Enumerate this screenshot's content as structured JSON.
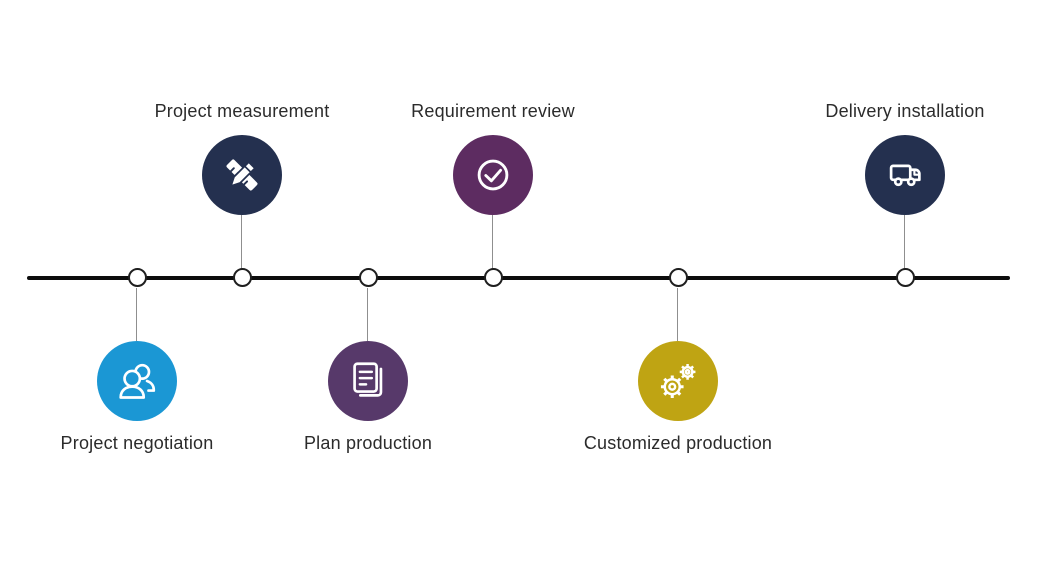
{
  "diagram": {
    "type": "process-timeline",
    "background": "#ffffff",
    "line_color": "#0d0d0d",
    "text_color": "#2b2b2b",
    "steps": [
      {
        "label": "Project negotiation",
        "side": "below",
        "color": "#1b97d4",
        "icon": "people-icon"
      },
      {
        "label": "Project measurement",
        "side": "above",
        "color": "#24304f",
        "icon": "ruler-pencil-icon"
      },
      {
        "label": "Plan production",
        "side": "below",
        "color": "#57396a",
        "icon": "document-icon"
      },
      {
        "label": "Requirement review",
        "side": "above",
        "color": "#5d2c61",
        "icon": "check-circle-icon"
      },
      {
        "label": "Customized production",
        "side": "below",
        "color": "#bfa413",
        "icon": "gears-icon"
      },
      {
        "label": "Delivery installation",
        "side": "above",
        "color": "#24304f",
        "icon": "truck-icon"
      }
    ]
  }
}
